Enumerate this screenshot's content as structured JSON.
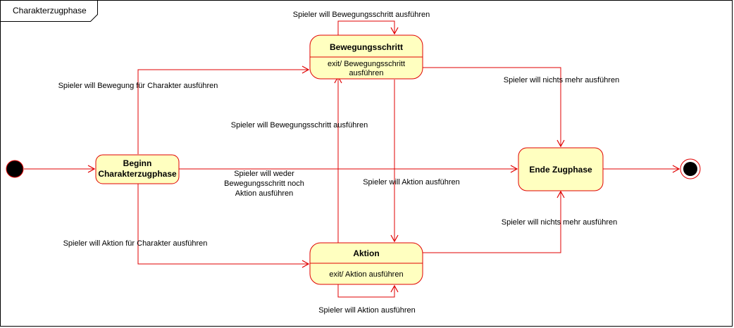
{
  "diagram": {
    "frame_title": "Charakterzugphase",
    "colors": {
      "stroke": "#e00000",
      "fill": "#ffffc0",
      "text": "#000000"
    },
    "states": {
      "beginn": {
        "name_line1": "Beginn",
        "name_line2": "Charakterzugphase"
      },
      "bewegung": {
        "name": "Bewegungsschritt",
        "exit_line1": "exit/ Bewegungsschritt",
        "exit_line2": "ausführen"
      },
      "aktion": {
        "name": "Aktion",
        "exit": "exit/ Aktion ausführen"
      },
      "ende": {
        "name": "Ende Zugphase"
      }
    },
    "transitions": {
      "bewegung_self": "Spieler will Bewegungsschritt ausführen",
      "beginn_to_bewegung": "Spieler will Bewegung für Charakter ausführen",
      "bewegung_to_ende": "Spieler will nichts mehr ausführen",
      "aktion_to_bewegung": "Spieler will Bewegungsschritt ausführen",
      "beginn_to_ende_line1": "Spieler will weder",
      "beginn_to_ende_line2": "Bewegungsschritt noch",
      "beginn_to_ende_line3": "Aktion ausführen",
      "bewegung_to_aktion": "Spieler will Aktion ausführen",
      "aktion_to_ende": "Spieler will nichts mehr ausführen",
      "beginn_to_aktion": "Spieler will Aktion für Charakter ausführen",
      "aktion_self": "Spieler will Aktion ausführen"
    }
  }
}
